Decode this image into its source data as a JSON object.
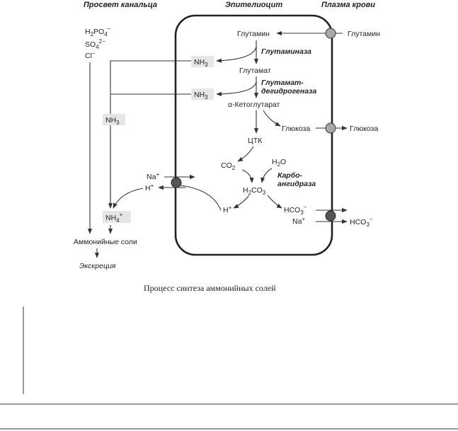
{
  "headers": {
    "lumen": "Просвет канальца",
    "cell": "Эпителиоцит",
    "plasma": "Плазма крови"
  },
  "lumen": {
    "ion_h2po4_base": "H",
    "ion_h2po4_sub1": "2",
    "ion_h2po4_mid": "PO",
    "ion_h2po4_sub2": "4",
    "ion_h2po4_sup": "−",
    "ion_so4_base": "SO",
    "ion_so4_sub": "4",
    "ion_so4_sup": "2−",
    "ion_cl_base": "Cl",
    "ion_cl_sup": "−",
    "nh3": "NH",
    "nh3_sub": "3",
    "na": "Na",
    "na_sup": "+",
    "h": "H",
    "h_sup": "+",
    "nh4": "NH",
    "nh4_sub": "4",
    "nh4_sup": "+",
    "ammonium_salts": "Аммонийные соли",
    "excretion": "Экскреция"
  },
  "cell": {
    "glutamine": "Глутамин",
    "glutaminase": "Глутаминаза",
    "nh3_1": "NH",
    "nh3_1_sub": "3",
    "glutamate": "Глутамат",
    "gdh_line1": "Глутамат-",
    "gdh_line2": "дегидрогеназа",
    "nh3_2": "NH",
    "nh3_2_sub": "3",
    "akg": "α-Кетоглутарат",
    "glucose": "Глюкоза",
    "tca": "ЦТК",
    "co2_base": "CO",
    "co2_sub": "2",
    "h2o_base": "H",
    "h2o_sub": "2",
    "h2o_end": "O",
    "ca_line1": "Карбо-",
    "ca_line2": "ангидраза",
    "h2co3_base": "H",
    "h2co3_sub1": "2",
    "h2co3_mid": "CO",
    "h2co3_sub2": "3",
    "h": "H",
    "h_sup": "+",
    "hco3_base": "HCO",
    "hco3_sub": "3",
    "hco3_sup": "−",
    "na": "Na",
    "na_sup": "+"
  },
  "plasma": {
    "glutamine": "Глутамин",
    "glucose": "Глюкоза",
    "hco3_base": "HCO",
    "hco3_sub": "3",
    "hco3_sup": "−"
  },
  "caption": "Процесс синтеза аммонийных солей",
  "colors": {
    "line": "#333333",
    "box_fill": "#e6e6e6",
    "carrier_light": "#a8a8a8",
    "carrier_dark": "#555555"
  }
}
